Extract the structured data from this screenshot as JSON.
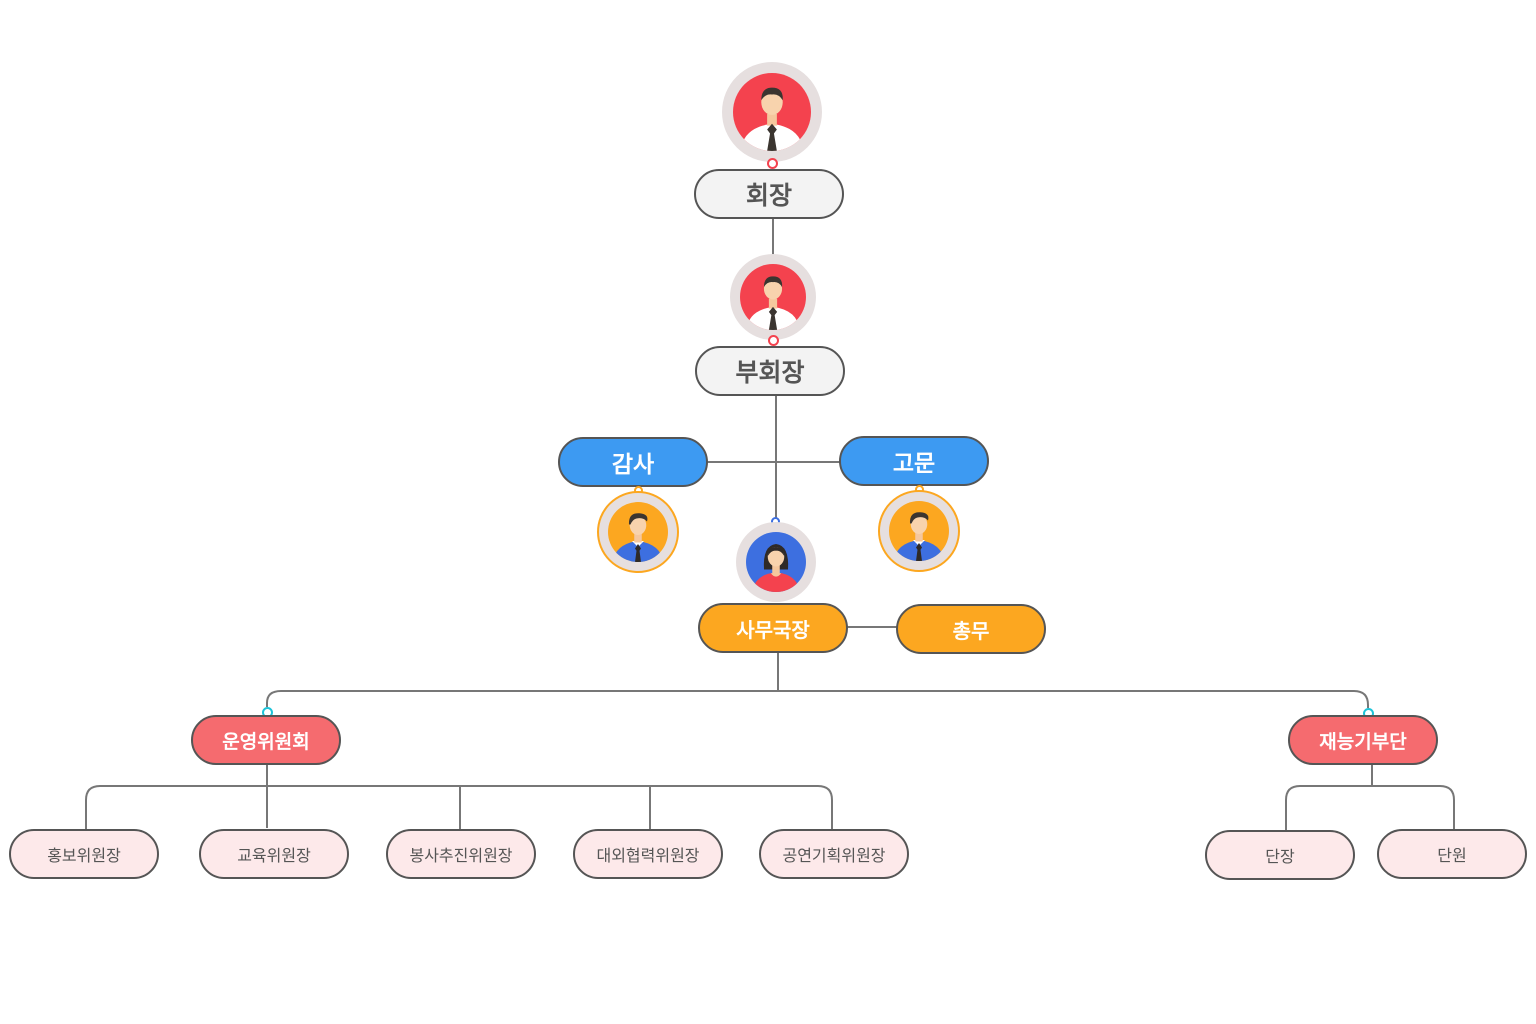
{
  "org": {
    "chairman": "회장",
    "vice_chairman": "부회장",
    "auditor": "감사",
    "advisor": "고문",
    "secretary_general": "사무국장",
    "general_affairs": "총무",
    "operations_committee": "운영위원회",
    "talent_donation_group": "재능기부단",
    "committee_heads": [
      "홍보위원장",
      "교육위원장",
      "봉사추진위원장",
      "대외협력위원장",
      "공연기획위원장"
    ],
    "group_members": [
      "단장",
      "단원"
    ]
  },
  "colors": {
    "red": "#f4424e",
    "blue": "#3d9af2",
    "orange": "#fca720",
    "coral": "#f56b6f",
    "pink": "#fde9ea",
    "gray": "#f3f3f3",
    "teal": "#1ec3d8",
    "line": "#777777"
  },
  "icons": {
    "chairman_avatar": "man-avatar-icon",
    "vice_chairman_avatar": "man-avatar-icon",
    "auditor_avatar": "man-avatar-icon",
    "advisor_avatar": "man-avatar-icon",
    "secretary_avatar": "woman-avatar-icon"
  }
}
